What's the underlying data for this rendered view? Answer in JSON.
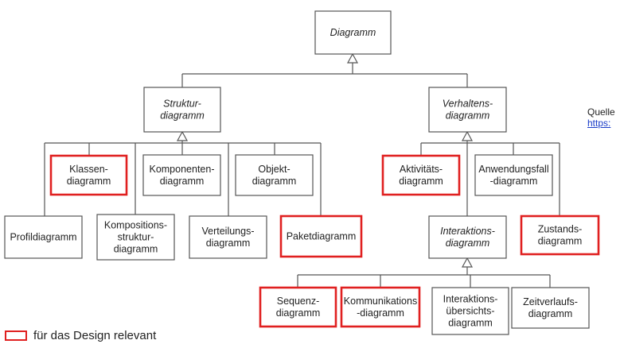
{
  "diagram": {
    "nodes": {
      "diagramm": {
        "lines": [
          "Diagramm"
        ],
        "italic": true,
        "highlighted": false
      },
      "struktur": {
        "lines": [
          "Struktur-",
          "diagramm"
        ],
        "italic": true,
        "highlighted": false
      },
      "verhaltens": {
        "lines": [
          "Verhaltens-",
          "diagramm"
        ],
        "italic": true,
        "highlighted": false
      },
      "klassen": {
        "lines": [
          "Klassen-",
          "diagramm"
        ],
        "italic": false,
        "highlighted": true
      },
      "komponenten": {
        "lines": [
          "Komponenten-",
          "diagramm"
        ],
        "italic": false,
        "highlighted": false
      },
      "objekt": {
        "lines": [
          "Objekt-",
          "diagramm"
        ],
        "italic": false,
        "highlighted": false
      },
      "profil": {
        "lines": [
          "Profildiagramm"
        ],
        "italic": false,
        "highlighted": false
      },
      "kompositions": {
        "lines": [
          "Kompositions-",
          "struktur-",
          "diagramm"
        ],
        "italic": false,
        "highlighted": false
      },
      "verteilungs": {
        "lines": [
          "Verteilungs-",
          "diagramm"
        ],
        "italic": false,
        "highlighted": false
      },
      "paket": {
        "lines": [
          "Paketdiagramm"
        ],
        "italic": false,
        "highlighted": true
      },
      "aktivitaets": {
        "lines": [
          "Aktivitäts-",
          "diagramm"
        ],
        "italic": false,
        "highlighted": true
      },
      "anwendungsfall": {
        "lines": [
          "Anwendungsfall",
          "-diagramm"
        ],
        "italic": false,
        "highlighted": false
      },
      "interaktions": {
        "lines": [
          "Interaktions-",
          "diagramm"
        ],
        "italic": true,
        "highlighted": false
      },
      "zustands": {
        "lines": [
          "Zustands-",
          "diagramm"
        ],
        "italic": false,
        "highlighted": true
      },
      "sequenz": {
        "lines": [
          "Sequenz-",
          "diagramm"
        ],
        "italic": false,
        "highlighted": true
      },
      "kommunikations": {
        "lines": [
          "Kommunikations",
          "-diagramm"
        ],
        "italic": false,
        "highlighted": true
      },
      "interaktionsuebersicht": {
        "lines": [
          "Interaktions-",
          "übersichts-",
          "diagramm"
        ],
        "italic": false,
        "highlighted": false
      },
      "zeitverlaufs": {
        "lines": [
          "Zeitverlaufs-",
          "diagramm"
        ],
        "italic": false,
        "highlighted": false
      }
    },
    "edges": [
      {
        "parent": "diagramm",
        "children": [
          "struktur",
          "verhaltens"
        ]
      },
      {
        "parent": "struktur",
        "children": [
          "klassen",
          "komponenten",
          "objekt",
          "profil",
          "kompositions",
          "verteilungs",
          "paket"
        ]
      },
      {
        "parent": "verhaltens",
        "children": [
          "aktivitaets",
          "anwendungsfall",
          "interaktions",
          "zustands"
        ]
      },
      {
        "parent": "interaktions",
        "children": [
          "sequenz",
          "kommunikations",
          "interaktionsuebersicht",
          "zeitverlaufs"
        ]
      }
    ]
  },
  "source": {
    "label": "Quelle",
    "link": "https:"
  },
  "legend": {
    "text": "für das Design relevant"
  },
  "colors": {
    "highlight": "#e02020",
    "line": "#555555",
    "link": "#1a3cc8"
  }
}
